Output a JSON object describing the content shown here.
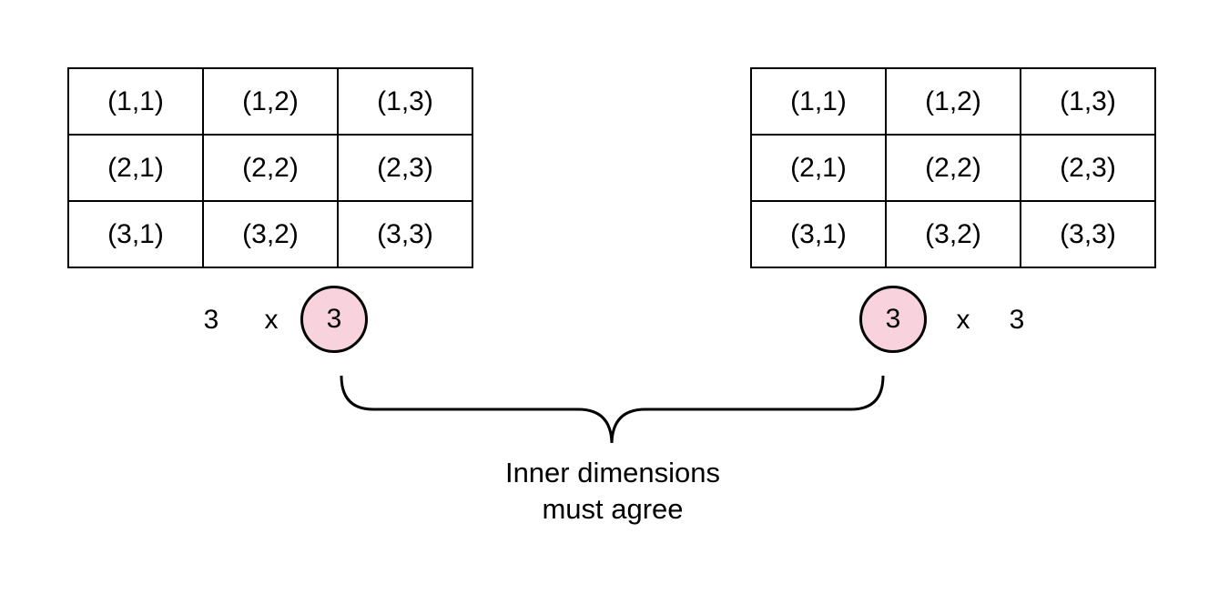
{
  "matrix_a": {
    "rows": [
      [
        "(1,1)",
        "(1,2)",
        "(1,3)"
      ],
      [
        "(2,1)",
        "(2,2)",
        "(2,3)"
      ],
      [
        "(3,1)",
        "(3,2)",
        "(3,3)"
      ]
    ],
    "rows_label": "3",
    "times_label": "x",
    "cols_label": "3"
  },
  "matrix_b": {
    "rows": [
      [
        "(1,1)",
        "(1,2)",
        "(1,3)"
      ],
      [
        "(2,1)",
        "(2,2)",
        "(2,3)"
      ],
      [
        "(3,1)",
        "(3,2)",
        "(3,3)"
      ]
    ],
    "rows_label": "3",
    "times_label": "x",
    "cols_label": "3"
  },
  "caption": {
    "line1": "Inner dimensions",
    "line2": "must agree"
  },
  "colors": {
    "highlight_fill": "#f8d3dd",
    "stroke": "#000000"
  }
}
